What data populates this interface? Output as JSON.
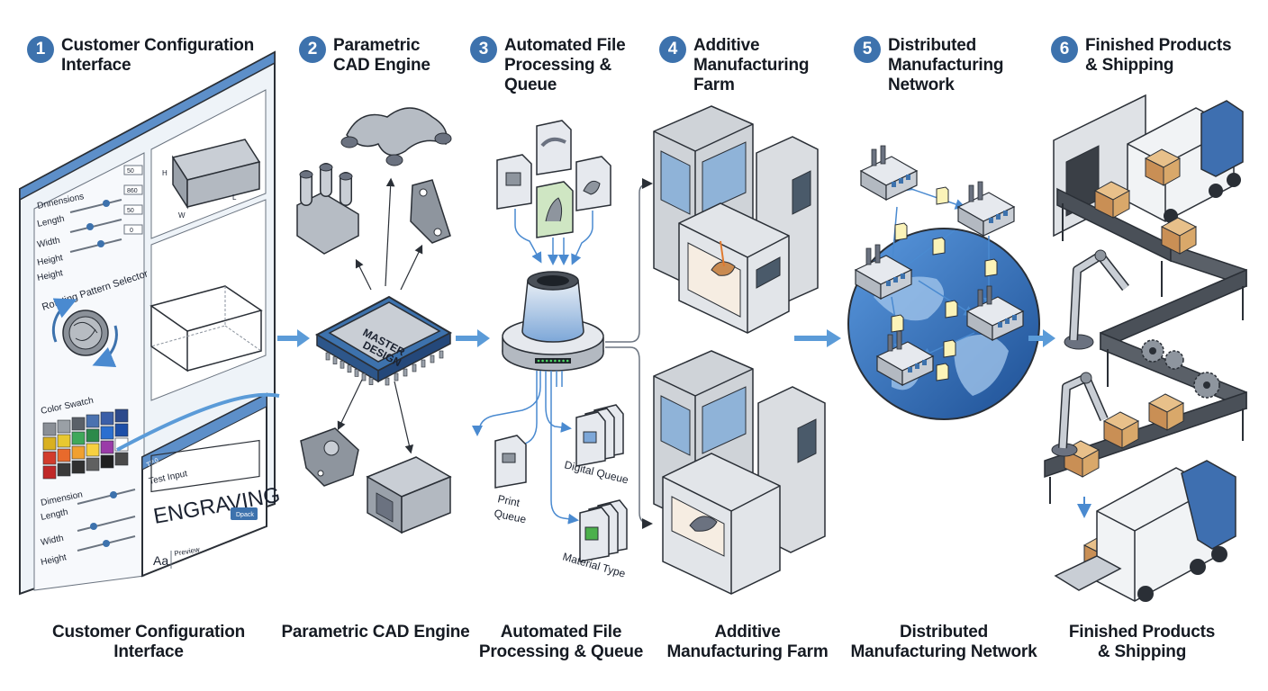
{
  "steps": [
    {
      "number": "1",
      "title_line1": "Customer Configuration",
      "title_line2": "Interface",
      "caption_line1": "Customer Configuration",
      "caption_line2": "Interface"
    },
    {
      "number": "2",
      "title_line1": "Parametric",
      "title_line2": "CAD Engine",
      "caption_line1": "Parametric CAD Engine",
      "caption_line2": ""
    },
    {
      "number": "3",
      "title_line1": "Automated File",
      "title_line2": "Processing &",
      "title_line3": "Queue",
      "caption_line1": "Automated File",
      "caption_line2": "Processing & Queue"
    },
    {
      "number": "4",
      "title_line1": "Additive",
      "title_line2": "Manufacturing",
      "title_line3": "Farm",
      "caption_line1": "Additive",
      "caption_line2": "Manufacturing Farm"
    },
    {
      "number": "5",
      "title_line1": "Distributed",
      "title_line2": "Manufacturing",
      "title_line3": "Network",
      "caption_line1": "Distributed",
      "caption_line2": "Manufacturing Network"
    },
    {
      "number": "6",
      "title_line1": "Finished Products",
      "title_line2": "& Shipping",
      "caption_line1": "Finished Products",
      "caption_line2": "& Shipping"
    }
  ],
  "config_ui": {
    "dimensions_label": "Dnnensions",
    "length_label": "Length",
    "width_label": "Width",
    "height_label": "Height",
    "height_label_2": "Height",
    "value_1": "50",
    "value_2": "860",
    "value_3": "50",
    "value_4": "0",
    "pattern_selector_label": "Rotating Pattern Selector",
    "color_swatch_label": "Color Swatch",
    "dimension_label": "Dimension",
    "length_label_2": "Length",
    "width_label_2": "Width",
    "height_label_3": "Height",
    "text_input_tab": "TP.0",
    "text_input_label": "Test Input",
    "text_input_value": "ENGRAVING",
    "ok_button": "Dpack",
    "font_sample": "Aa",
    "preview_label": "Preview",
    "axis_h": "H",
    "axis_w": "W",
    "axis_l": "L",
    "swatch_colors": [
      "#8a8f96",
      "#9aa0a6",
      "#5a6068",
      "#4a72b0",
      "#3b5fa8",
      "#2d4a8c",
      "#d9b020",
      "#e8c830",
      "#3fa85a",
      "#2c8a4a",
      "#2b6fd0",
      "#1e4fa8",
      "#d23c2c",
      "#e86a2c",
      "#f0a030",
      "#f7d040",
      "#9a3ca8",
      "#ffffff",
      "#c02828",
      "#3a3a3a",
      "#303030",
      "#606060",
      "#202020",
      "#4a4a4a"
    ]
  },
  "cad": {
    "chip_line1": "MASTER",
    "chip_line2": "DESIGN"
  },
  "queues": {
    "print_line1": "Print",
    "print_line2": "Queue",
    "digital": "Digital Queue",
    "material": "Material Type"
  },
  "colors": {
    "accent": "#3d72ad",
    "arrow": "#5b9bd8",
    "metal": "#cfd3d8",
    "dark_metal": "#555b63",
    "outline": "#2a2f36",
    "globe": "#2f6db5",
    "box": "#d9a86a",
    "truck_cab": "#3e6fb0"
  }
}
